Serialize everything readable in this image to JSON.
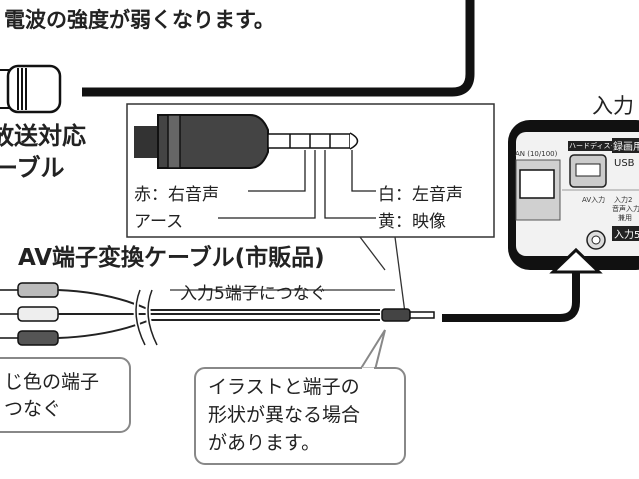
{
  "top_text": "電波の強度が弱くなります。",
  "antenna_cable_label": {
    "line1": "放送対応",
    "line2": "ーブル"
  },
  "plug_labels": {
    "red": "赤：右音声",
    "ground": "アース",
    "white": "白：左音声",
    "yellow": "黄：映像"
  },
  "cable_title": "AV端子変換ケーブル(市販品)",
  "connect_instruction": "入力5端子につなぐ",
  "color_note": {
    "line1": "じ色の端子",
    "line2": "つなぐ"
  },
  "shape_note": {
    "line1": "イラストと端子の",
    "line2": "形状が異なる場合",
    "line3": "があります。"
  },
  "panel": {
    "heading": "入力",
    "lan": "AN (10/100)",
    "hdd": "ハードディスク",
    "rec": "録画用",
    "usb": "USB",
    "av_in": "AV入力",
    "in2": "入力2",
    "audio_in": "音声入力",
    "shared": "兼用",
    "in5": "入力5"
  }
}
